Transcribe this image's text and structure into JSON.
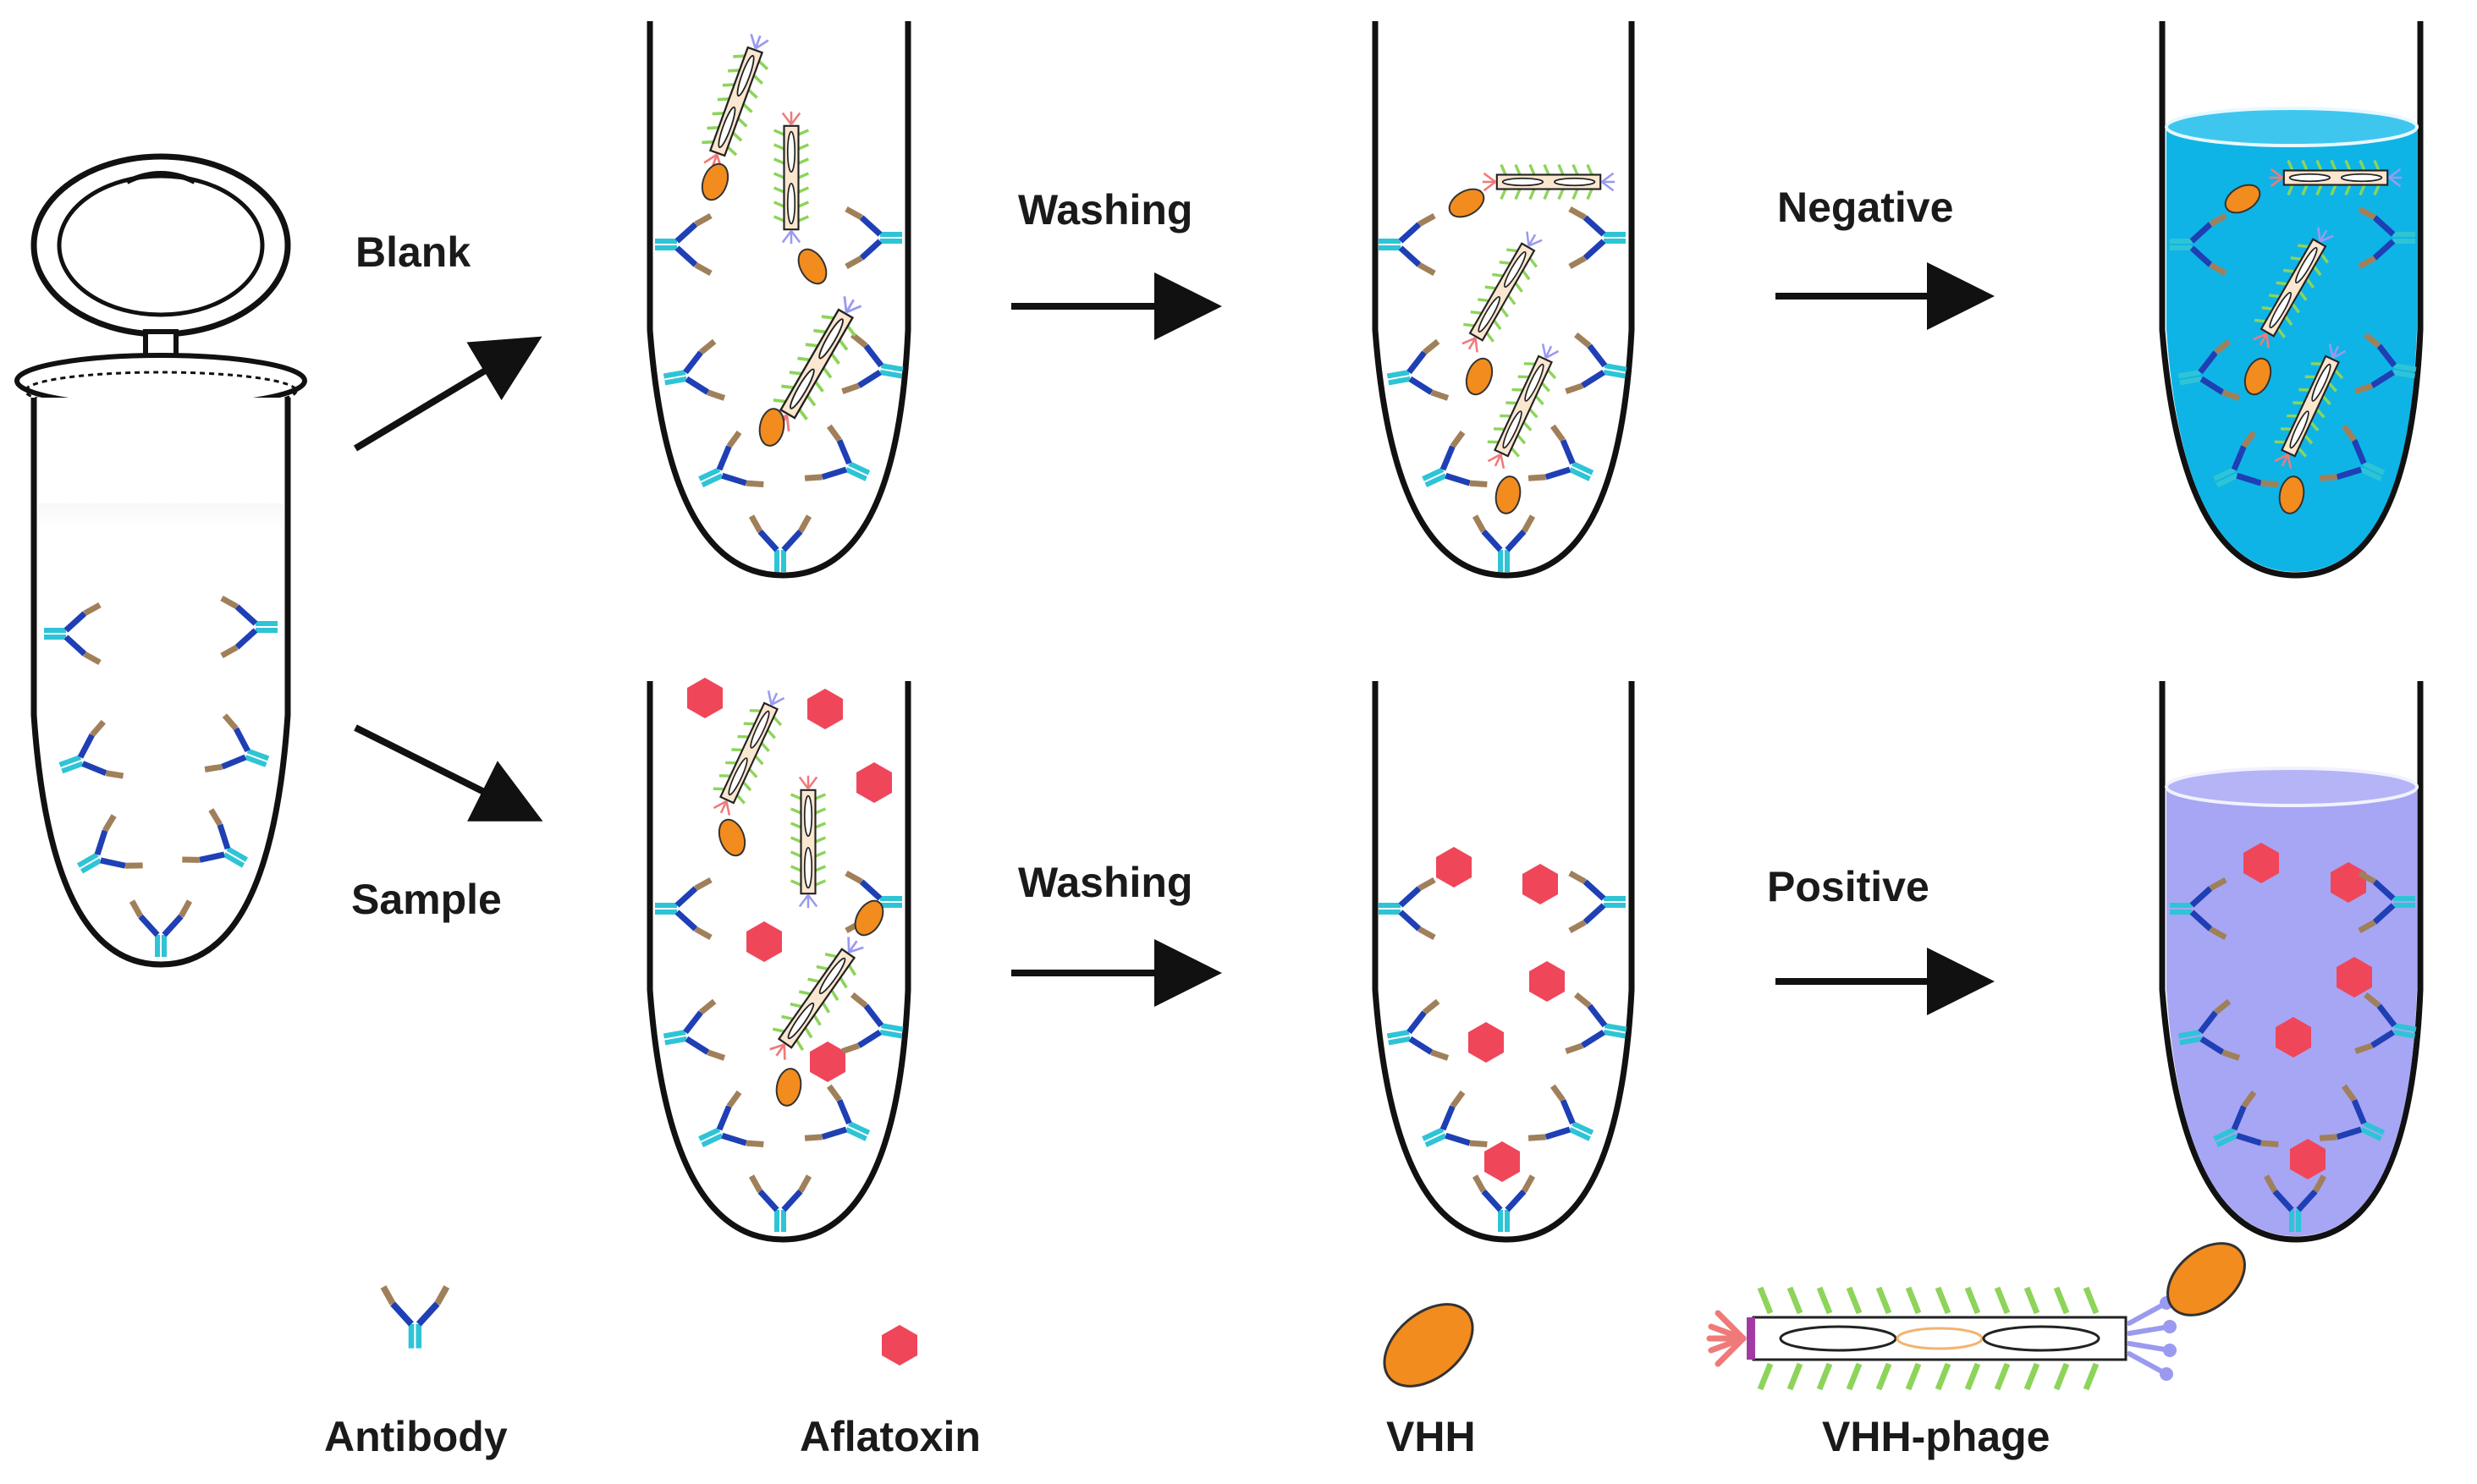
{
  "labels": {
    "blank": "Blank",
    "sample": "Sample",
    "washing_top": "Washing",
    "washing_bottom": "Washing",
    "negative": "Negative",
    "positive": "Positive"
  },
  "legend": {
    "antibody": "Antibody",
    "aflatoxin": "Aflatoxin",
    "vhh": "VHH",
    "vhh_phage": "VHH-phage"
  },
  "colors": {
    "negative_fill": "#0fb4e6",
    "positive_fill": "#a6a6f5",
    "aflatoxin": "#f0465a",
    "vhh": "#f28c1e",
    "antibody_stem": "#2ec4d6",
    "antibody_arm": "#1f3fb5",
    "phage_spike": "#8dd45a"
  }
}
